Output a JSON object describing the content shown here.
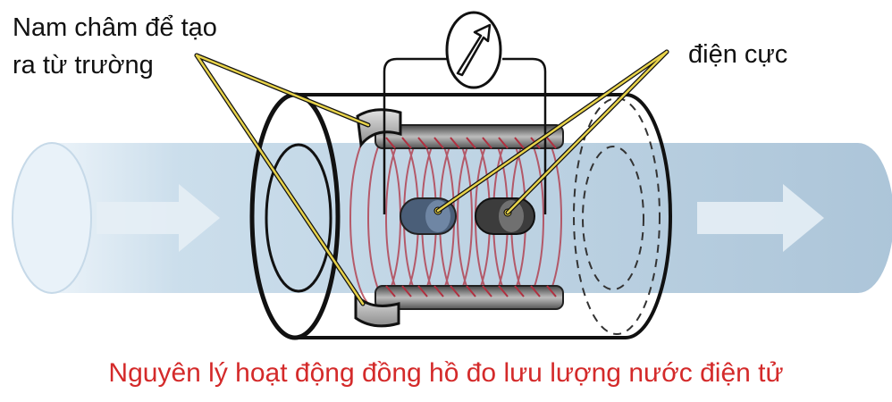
{
  "labels": {
    "magnet_line1": "Nam châm để tạo",
    "magnet_line2": "ra từ trường",
    "electrode": "điện cực"
  },
  "caption": "Nguyên lý hoạt động đồng hồ đo lưu lượng nước điện tử",
  "colors": {
    "water": "#a9c9e0",
    "caption": "#d42a2a",
    "leader": "#e8d34a",
    "coil": "#b03040",
    "magnet": "#b8b8b8",
    "electrode_left": "#4a5e78",
    "electrode_right": "#3c3c3c"
  },
  "icons": {
    "flow_arrows": "arrow-right-icon",
    "meter": "galvanometer-icon"
  }
}
